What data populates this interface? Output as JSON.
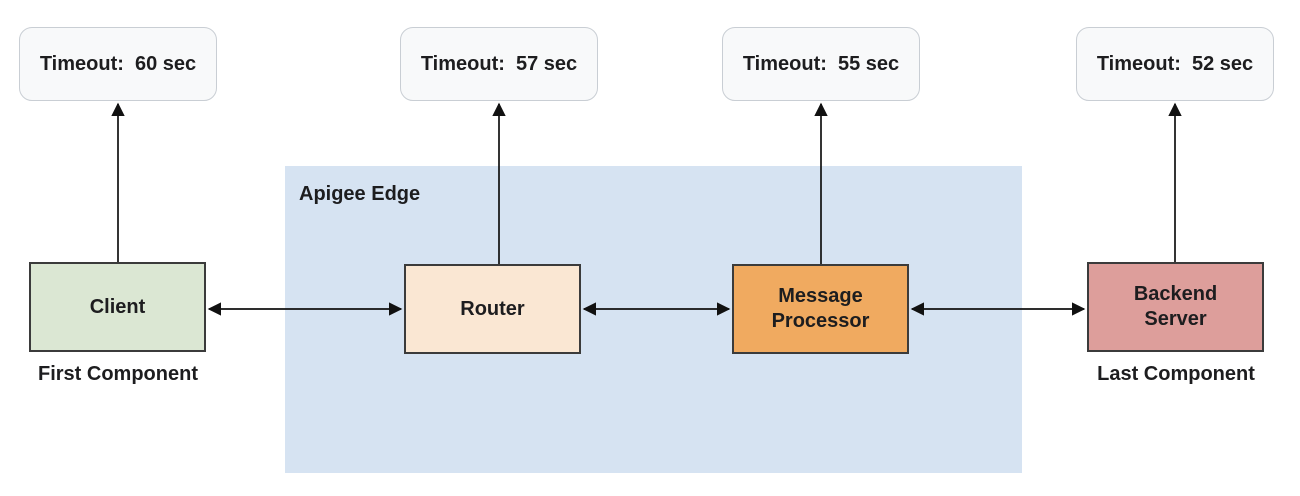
{
  "region": {
    "label": "Apigee Edge",
    "fill": "#d6e3f2"
  },
  "components": [
    {
      "label": "Client",
      "sublabel": "First Component",
      "timeout": "Timeout:  60 sec",
      "fill": "#dbe7d3"
    },
    {
      "label": "Router",
      "timeout": "Timeout:  57 sec",
      "fill": "#fae7d3"
    },
    {
      "label": "Message\nProcessor",
      "timeout": "Timeout:  55 sec",
      "fill": "#f0aa60"
    },
    {
      "label": "Backend\nServer",
      "sublabel": "Last Component",
      "timeout": "Timeout:  52 sec",
      "fill": "#dd9e9b"
    }
  ],
  "colors": {
    "timeout_fill": "#f8f9fa",
    "timeout_border": "#c9ced4",
    "box_border": "#3b3b3b",
    "arrow": "#111111",
    "text": "#1d1d1f"
  }
}
